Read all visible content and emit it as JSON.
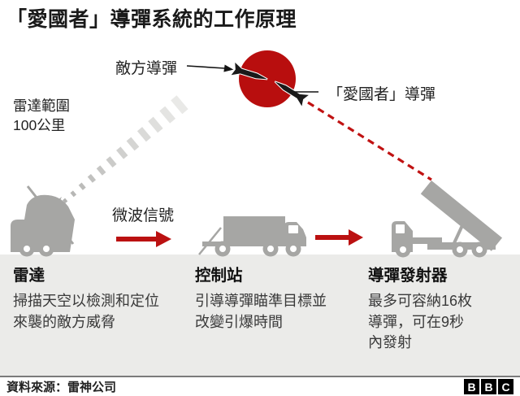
{
  "title": "「愛國者」導彈系統的工作原理",
  "diagram": {
    "enemy_missile_label": "敵方導彈",
    "patriot_missile_label": "「愛國者」導彈",
    "radar_range_label": "雷達範圍\n100公里",
    "signal_label": "微波信號"
  },
  "columns": [
    {
      "heading": "雷達",
      "body": "掃描天空以檢測和定位\n來襲的敵方威脅"
    },
    {
      "heading": "控制站",
      "body": "引導導彈瞄準目標並\n改變引爆時間"
    },
    {
      "heading": "導彈發射器",
      "body": "最多可容納16枚\n導彈，可在9秒\n內發射"
    }
  ],
  "footer": {
    "source": "資料來源：雷神公司",
    "logo": [
      "B",
      "B",
      "C"
    ]
  },
  "colors": {
    "red": "#bb1010",
    "explosion_red": "#b80e0e",
    "vehicle_gray": "#a6a6a4",
    "ground_gray": "#ebebe9"
  }
}
